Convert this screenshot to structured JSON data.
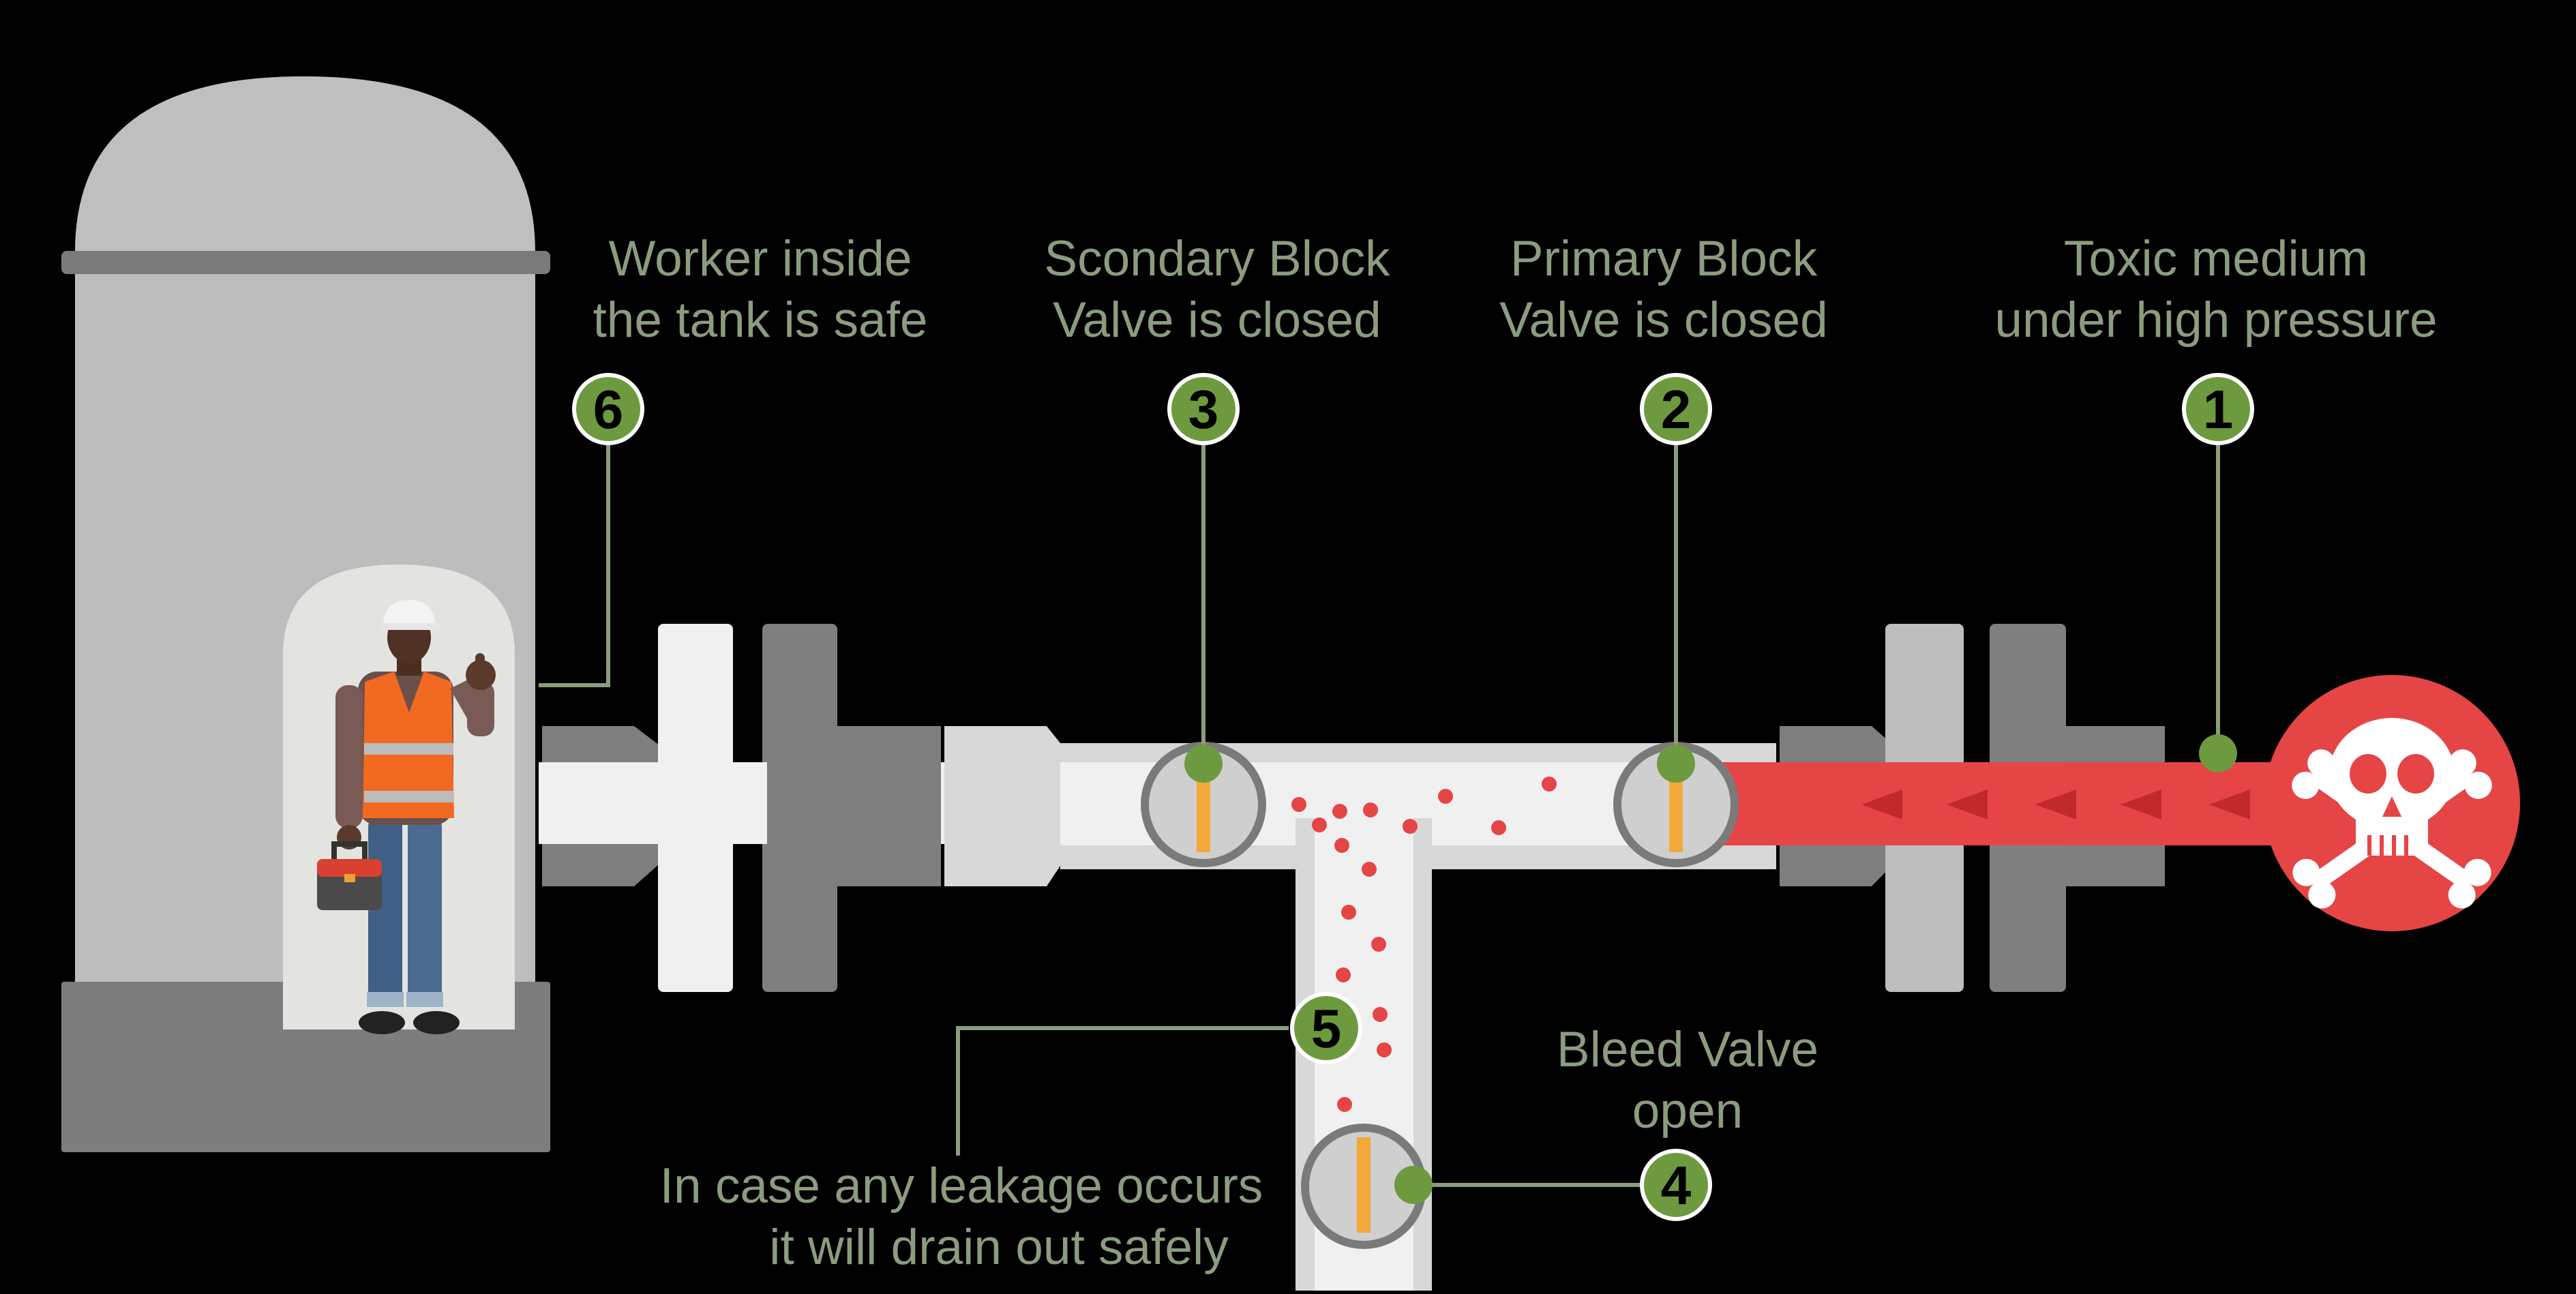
{
  "colors": {
    "background": "#000000",
    "label_text": "#8b9c7f",
    "badge_fill": "#6e9a3f",
    "callout_line": "#8b9c7f",
    "toxic_red": "#e54545",
    "pipe_light": "#f0f0f0",
    "valve_handle": "#f4a83a"
  },
  "callouts": [
    {
      "number": "1",
      "lines": [
        "Toxic medium",
        "under high pressure"
      ]
    },
    {
      "number": "2",
      "lines": [
        "Primary Block",
        "Valve is closed"
      ]
    },
    {
      "number": "3",
      "lines": [
        "Scondary Block",
        "Valve is closed"
      ]
    },
    {
      "number": "4",
      "lines": [
        "Bleed Valve",
        "open"
      ]
    },
    {
      "number": "5",
      "lines": [
        "In case any leakage occurs",
        "it will drain out safely"
      ]
    },
    {
      "number": "6",
      "lines": [
        "Worker inside",
        "the tank is safe"
      ]
    }
  ],
  "icons": {
    "hazard": "skull-crossbones-icon",
    "worker": "worker-with-toolbox-icon",
    "flow": "flow-arrow-icon"
  },
  "valve_states": {
    "primary_block": "closed",
    "secondary_block": "closed",
    "bleed": "open"
  }
}
